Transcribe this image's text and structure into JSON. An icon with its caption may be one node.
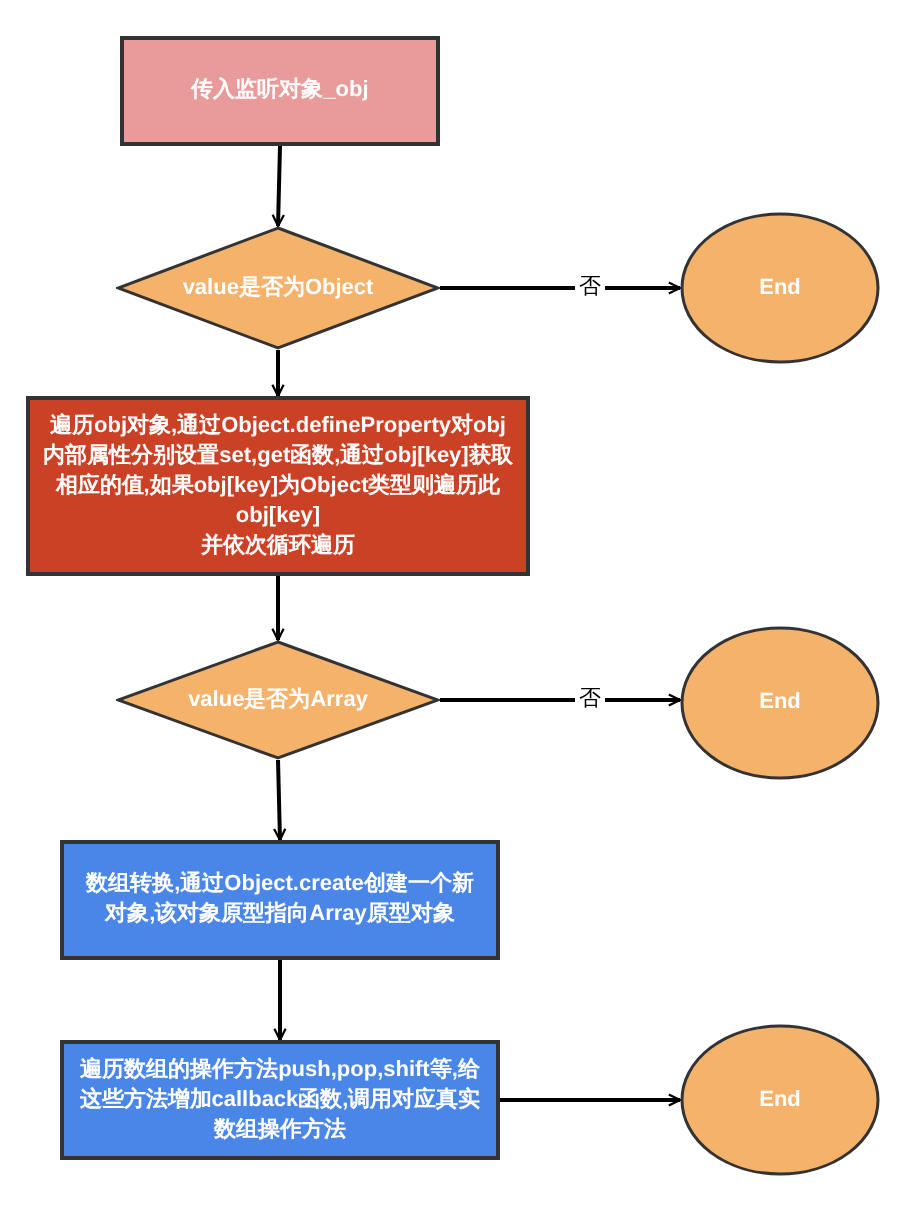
{
  "diagram": {
    "nodes": [
      {
        "text": [
          "传入监听对象_obj"
        ]
      },
      {
        "text": [
          "value是否为Object"
        ]
      },
      {
        "text": [
          "End"
        ]
      },
      {
        "text": [
          "遍历obj对象,通过Object.defineProperty对obj内部属性分别设置set,get函数,通过obj[key]获取相应的值,如果obj[key]为Object类型则遍历此obj[key]",
          "并依次循环遍历"
        ]
      },
      {
        "text": [
          "value是否为Array"
        ]
      },
      {
        "text": [
          "End"
        ]
      },
      {
        "text": [
          "数组转换,通过Object.create创建一个新对象,该对象原型指向Array原型对象"
        ]
      },
      {
        "text": [
          "遍历数组的操作方法push,pop,shift等,给这些方法增加callback函数,调用对应真实数组操作方法"
        ]
      },
      {
        "text": [
          "End"
        ]
      }
    ],
    "edges": [
      {
        "from": 0,
        "to": 1,
        "arrow": "to"
      },
      {
        "from": 1,
        "to": 2,
        "arrow": "to",
        "label": "否"
      },
      {
        "from": 1,
        "to": 3,
        "arrow": "to"
      },
      {
        "from": 3,
        "to": 4,
        "arrow": "to"
      },
      {
        "from": 4,
        "to": 5,
        "arrow": "to",
        "label": "否"
      },
      {
        "from": 4,
        "to": 6,
        "arrow": "to"
      },
      {
        "from": 6,
        "to": 7,
        "arrow": "to"
      },
      {
        "from": 7,
        "to": 8,
        "arrow": "to"
      }
    ]
  }
}
